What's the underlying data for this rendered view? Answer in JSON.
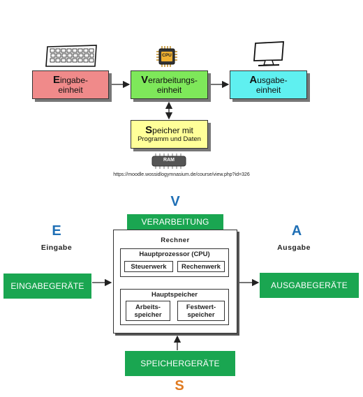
{
  "top_diagram": {
    "input": {
      "first": "E",
      "rest1": "ingabe-",
      "rest2": "einheit",
      "color": "#f08a8a"
    },
    "processing": {
      "first": "V",
      "rest1": "erarbeitungs-",
      "rest2": "einheit",
      "color": "#7ee85a"
    },
    "output": {
      "first": "A",
      "rest1": "usgabe-",
      "rest2": "einheit",
      "color": "#5ff0f0"
    },
    "storage": {
      "first": "S",
      "rest1": "peicher mit",
      "line2": "Programm und Daten",
      "color": "#ffff99"
    },
    "cpu_chip_label": "CPU",
    "ram_chip_label": "RAM",
    "source_url": "https://moodle.wossidlogymnasium.de/course/view.php?id=326"
  },
  "bottom_diagram": {
    "letters": {
      "v": "V",
      "e": "E",
      "a": "A",
      "s": "S"
    },
    "letter_colors": {
      "blue": "#1f6fb5",
      "orange": "#e07a20"
    },
    "eingabe": "Eingabe",
    "ausgabe": "Ausgabe",
    "verarbeitung": "VERARBEITUNG",
    "rechner": "Rechner",
    "hauptprozessor": "Hauptprozessor (CPU)",
    "steuerwerk": "Steuerwerk",
    "rechenwerk": "Rechenwerk",
    "hauptspeicher": "Hauptspeicher",
    "arbeitsspeicher_1": "Arbeits-",
    "arbeitsspeicher_2": "speicher",
    "festwertspeicher_1": "Festwert-",
    "festwertspeicher_2": "speicher",
    "eingabegeraete": "EINGABEGERÄTE",
    "ausgabegeraete": "AUSGABEGERÄTE",
    "speichergeraete": "SPEICHERGERÄTE",
    "green": "#1aa651"
  }
}
